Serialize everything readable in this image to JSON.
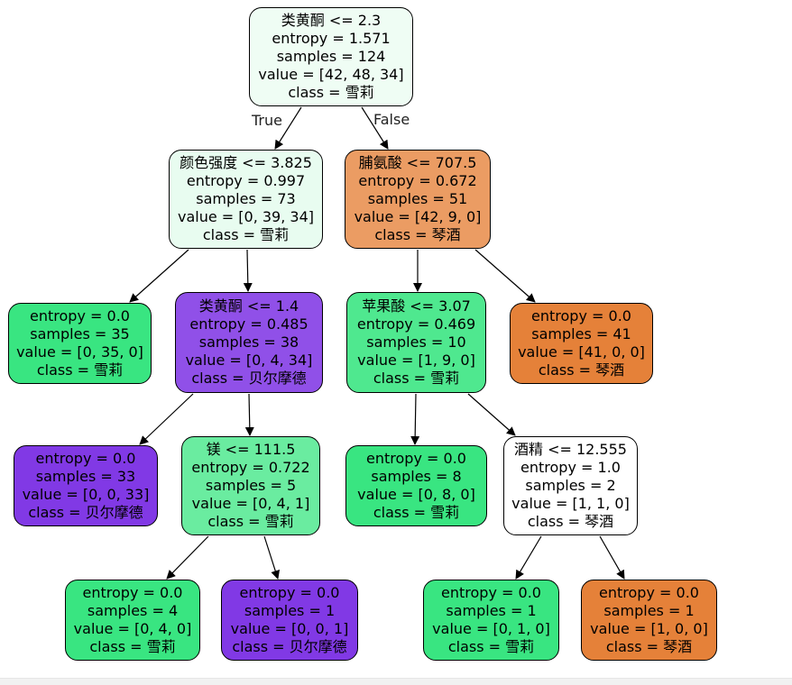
{
  "edge_labels": {
    "true_label": "True",
    "false_label": "False"
  },
  "nodes": [
    {
      "id": "n0",
      "lines": [
        "类黄酮 <= 2.3",
        "entropy = 1.571",
        "samples = 124",
        "value = [42, 48, 34]",
        "class = 雪莉"
      ],
      "color": "#effdf4"
    },
    {
      "id": "n1",
      "lines": [
        "颜色强度 <= 3.825",
        "entropy = 0.997",
        "samples = 73",
        "value = [0, 39, 34]",
        "class = 雪莉"
      ],
      "color": "#e8fcf0"
    },
    {
      "id": "n2",
      "lines": [
        "脯氨酸 <= 707.5",
        "entropy = 0.672",
        "samples = 51",
        "value = [42, 9, 0]",
        "class = 琴酒"
      ],
      "color": "#eb9c63"
    },
    {
      "id": "n3",
      "lines": [
        "entropy = 0.0",
        "samples = 35",
        "value = [0, 35, 0]",
        "class = 雪莉"
      ],
      "color": "#39e581"
    },
    {
      "id": "n4",
      "lines": [
        "类黄酮 <= 1.4",
        "entropy = 0.485",
        "samples = 38",
        "value = [0, 4, 34]",
        "class = 贝尔摩德"
      ],
      "color": "#9050e8"
    },
    {
      "id": "n5",
      "lines": [
        "苹果酸 <= 3.07",
        "entropy = 0.469",
        "samples = 10",
        "value = [1, 9, 0]",
        "class = 雪莉"
      ],
      "color": "#4fe88f"
    },
    {
      "id": "n6",
      "lines": [
        "entropy = 0.0",
        "samples = 41",
        "value = [41, 0, 0]",
        "class = 琴酒"
      ],
      "color": "#e58139"
    },
    {
      "id": "n7",
      "lines": [
        "entropy = 0.0",
        "samples = 33",
        "value = [0, 0, 33]",
        "class = 贝尔摩德"
      ],
      "color": "#8139e5"
    },
    {
      "id": "n8",
      "lines": [
        "镁 <= 111.5",
        "entropy = 0.722",
        "samples = 5",
        "value = [0, 4, 1]",
        "class = 雪莉"
      ],
      "color": "#6aeca0"
    },
    {
      "id": "n9",
      "lines": [
        "entropy = 0.0",
        "samples = 8",
        "value = [0, 8, 0]",
        "class = 雪莉"
      ],
      "color": "#39e581"
    },
    {
      "id": "n10",
      "lines": [
        "酒精 <= 12.555",
        "entropy = 1.0",
        "samples = 2",
        "value = [1, 1, 0]",
        "class = 琴酒"
      ],
      "color": "#ffffff"
    },
    {
      "id": "n11",
      "lines": [
        "entropy = 0.0",
        "samples = 4",
        "value = [0, 4, 0]",
        "class = 雪莉"
      ],
      "color": "#39e581"
    },
    {
      "id": "n12",
      "lines": [
        "entropy = 0.0",
        "samples = 1",
        "value = [0, 0, 1]",
        "class = 贝尔摩德"
      ],
      "color": "#8139e5"
    },
    {
      "id": "n13",
      "lines": [
        "entropy = 0.0",
        "samples = 1",
        "value = [0, 1, 0]",
        "class = 雪莉"
      ],
      "color": "#39e581"
    },
    {
      "id": "n14",
      "lines": [
        "entropy = 0.0",
        "samples = 1",
        "value = [1, 0, 0]",
        "class = 琴酒"
      ],
      "color": "#e58139"
    }
  ],
  "edges": [
    [
      "n0",
      "n1"
    ],
    [
      "n0",
      "n2"
    ],
    [
      "n1",
      "n3"
    ],
    [
      "n1",
      "n4"
    ],
    [
      "n2",
      "n5"
    ],
    [
      "n2",
      "n6"
    ],
    [
      "n4",
      "n7"
    ],
    [
      "n4",
      "n8"
    ],
    [
      "n5",
      "n9"
    ],
    [
      "n5",
      "n10"
    ],
    [
      "n8",
      "n11"
    ],
    [
      "n8",
      "n12"
    ],
    [
      "n10",
      "n13"
    ],
    [
      "n10",
      "n14"
    ]
  ]
}
